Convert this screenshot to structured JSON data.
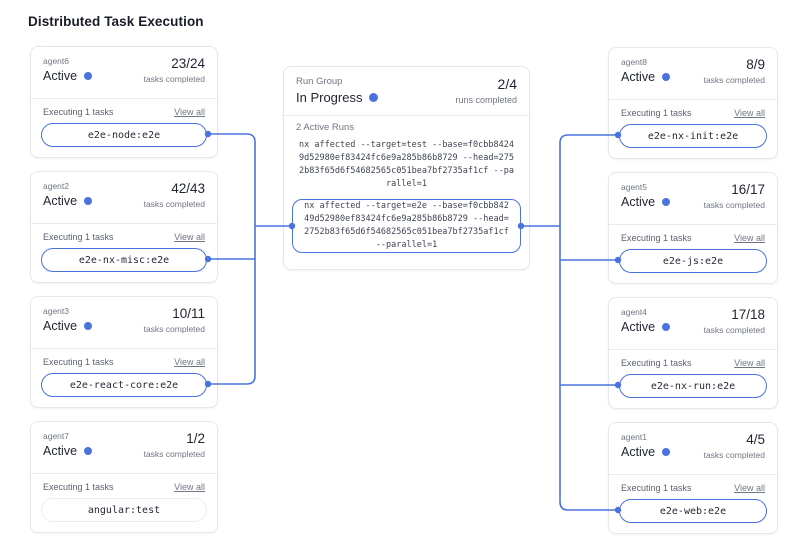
{
  "title": "Distributed Task Execution",
  "colors": {
    "accent": "#4a73de",
    "card_border": "#e4e7ec",
    "text_dark": "#1f2430",
    "text_gray": "#6f7683"
  },
  "labels": {
    "tasks_completed": "tasks completed",
    "executing": "Executing 1 tasks",
    "view_all": "View all"
  },
  "left_agents": [
    {
      "name": "agent6",
      "status": "Active",
      "count": "23/24",
      "task": "e2e-node:e2e",
      "connected": true
    },
    {
      "name": "agent2",
      "status": "Active",
      "count": "42/43",
      "task": "e2e-nx-misc:e2e",
      "connected": true
    },
    {
      "name": "agent3",
      "status": "Active",
      "count": "10/11",
      "task": "e2e-react-core:e2e",
      "connected": true
    },
    {
      "name": "agent7",
      "status": "Active",
      "count": "1/2",
      "task": "angular:test",
      "connected": false
    }
  ],
  "right_agents": [
    {
      "name": "agent8",
      "status": "Active",
      "count": "8/9",
      "task": "e2e-nx-init:e2e",
      "connected": true
    },
    {
      "name": "agent5",
      "status": "Active",
      "count": "16/17",
      "task": "e2e-js:e2e",
      "connected": true
    },
    {
      "name": "agent4",
      "status": "Active",
      "count": "17/18",
      "task": "e2e-nx-run:e2e",
      "connected": true
    },
    {
      "name": "agent1",
      "status": "Active",
      "count": "4/5",
      "task": "e2e-web:e2e",
      "connected": true
    }
  ],
  "run_group": {
    "label": "Run Group",
    "status": "In Progress",
    "count": "2/4",
    "runs_completed_label": "runs completed",
    "active_runs_label": "2 Active Runs",
    "commands": [
      {
        "text": "nx affected --target=test --base=f0cbb84249d52980ef83424fc6e9a285b86b8729 --head=2752b83f65d6f54682565c051bea7bf2735af1cf --parallel=1",
        "highlighted": false
      },
      {
        "text": "nx affected --target=e2e --base=f0cbb84249d52980ef83424fc6e9a285b86b8729 --head=2752b83f65d6f54682565c051bea7bf2735af1cf --parallel=1",
        "highlighted": true
      }
    ]
  }
}
